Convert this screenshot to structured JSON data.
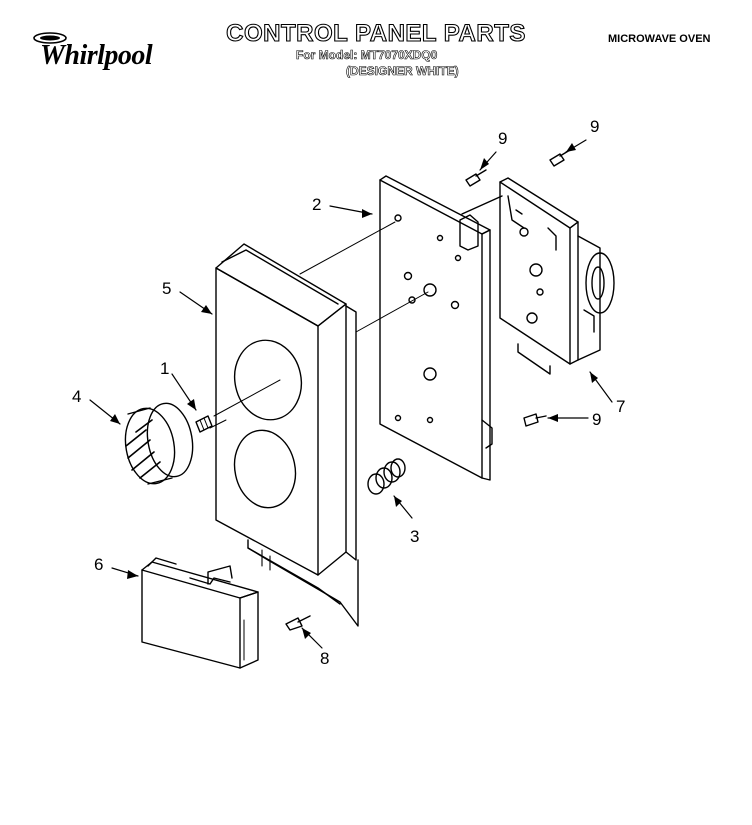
{
  "brand": {
    "name": "Whirlpool"
  },
  "header": {
    "title": "CONTROL PANEL PARTS",
    "model_line": "For Model: MT7070XDQ0",
    "variant": "(DESIGNER WHITE)",
    "product": "MICROWAVE OVEN"
  },
  "callouts": {
    "c1": "1",
    "c2": "2",
    "c3": "3",
    "c4": "4",
    "c5": "5",
    "c6": "6",
    "c7": "7",
    "c8": "8",
    "c9a": "9",
    "c9b": "9",
    "c9c": "9"
  }
}
